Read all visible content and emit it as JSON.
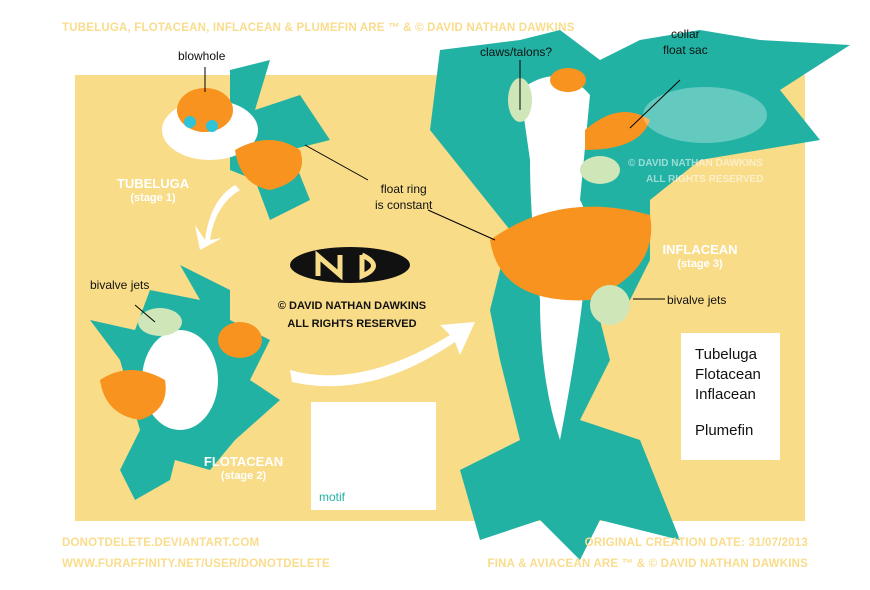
{
  "header_credit": "TUBELUGA, FLOTACEAN, INFLACEAN & PLUMEFIN ARE ™ & © DAVID NATHAN DAWKINS",
  "footer": {
    "left_1": "DONOTDELETE.DEVIANTART.COM",
    "left_2": "WWW.FURAFFINITY.NET/USER/DONOTDELETE",
    "right_1": "ORIGINAL CREATION DATE: 31/07/2013",
    "right_2": "FINA & AVIACEAN ARE ™ & © DAVID NATHAN DAWKINS"
  },
  "labels": {
    "blowhole": "blowhole",
    "float_ring_1": "float ring",
    "float_ring_2": "is constant",
    "bivalve_left": "bivalve jets",
    "bivalve_right": "bivalve jets",
    "claws": "claws/talons?",
    "collar_1": "collar",
    "collar_2": "float sac",
    "motif": "motif"
  },
  "stages": {
    "tubeluga": {
      "name": "TUBELUGA",
      "stage": "(stage 1)"
    },
    "flotacean": {
      "name": "FLOTACEAN",
      "stage": "(stage 2)"
    },
    "inflacean": {
      "name": "INFLACEAN",
      "stage": "(stage 3)"
    }
  },
  "copyright": {
    "line1": "© DAVID NATHAN DAWKINS",
    "line2": "ALL RIGHTS RESERVED"
  },
  "watermark": {
    "line1": "© DAVID NATHAN DAWKINS",
    "line2": "ALL RIGHTS RESERVED"
  },
  "name_list": [
    "Tubeluga",
    "Flotacean",
    "Inflacean",
    "Plumefin"
  ],
  "colors": {
    "background": "#F8DC88",
    "teal": "#22B2A4",
    "orange": "#F7931E",
    "credit": "#F9DC8C"
  }
}
